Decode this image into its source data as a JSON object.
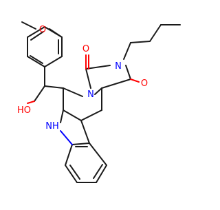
{
  "molecule": {
    "atom_labels": {
      "o_methoxy": "O",
      "o_carbonyl_top": "O",
      "n_imide": "N",
      "o_carbonyl_right": "O",
      "n_ring": "N",
      "oh": "HO",
      "nh": "NH"
    },
    "colors": {
      "bond": "#1a1a1a",
      "oxygen": "#ff0000",
      "nitrogen": "#0000ff",
      "background": "#ffffff"
    }
  }
}
